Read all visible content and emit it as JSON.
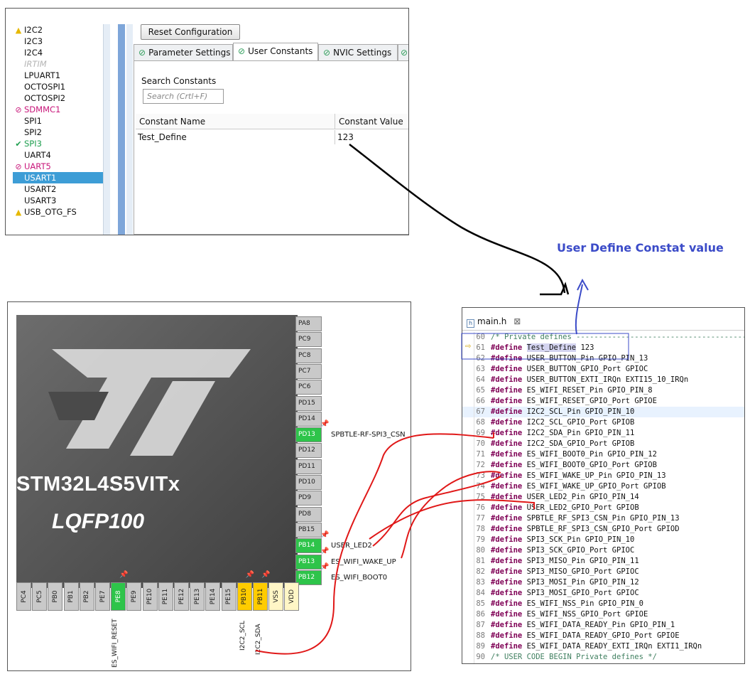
{
  "config_panel": {
    "peripherals": [
      {
        "label": "I2C2",
        "status": "warning"
      },
      {
        "label": "I2C3",
        "status": "none"
      },
      {
        "label": "I2C4",
        "status": "none"
      },
      {
        "label": "IRTIM",
        "status": "disabled"
      },
      {
        "label": "LPUART1",
        "status": "none"
      },
      {
        "label": "OCTOSPI1",
        "status": "none"
      },
      {
        "label": "OCTOSPI2",
        "status": "none"
      },
      {
        "label": "SDMMC1",
        "status": "error"
      },
      {
        "label": "SPI1",
        "status": "none"
      },
      {
        "label": "SPI2",
        "status": "none"
      },
      {
        "label": "SPI3",
        "status": "ok"
      },
      {
        "label": "UART4",
        "status": "none"
      },
      {
        "label": "UART5",
        "status": "error"
      },
      {
        "label": "USART1",
        "status": "selected"
      },
      {
        "label": "USART2",
        "status": "none"
      },
      {
        "label": "USART3",
        "status": "none"
      },
      {
        "label": "USB_OTG_FS",
        "status": "warning"
      }
    ],
    "reset_button": "Reset Configuration",
    "tabs": [
      "Parameter Settings",
      "User Constants",
      "NVIC Settings"
    ],
    "active_tab": "User Constants",
    "search_label": "Search Constants",
    "search_placeholder": "Search (Crtl+F)",
    "table": {
      "columns": [
        "Constant Name",
        "Constant Value"
      ],
      "rows": [
        {
          "name": "Test_Define",
          "value": "123"
        }
      ]
    }
  },
  "annotation": "User Define Constat value",
  "chip": {
    "name": "STM32L4S5VITx",
    "package": "LQFP100",
    "right_pins": [
      {
        "pin": "PA8",
        "active": false,
        "label": ""
      },
      {
        "pin": "PC9",
        "active": false,
        "label": ""
      },
      {
        "pin": "PC8",
        "active": false,
        "label": ""
      },
      {
        "pin": "PC7",
        "active": false,
        "label": ""
      },
      {
        "pin": "PC6",
        "active": false,
        "label": ""
      },
      {
        "pin": "PD15",
        "active": false,
        "label": ""
      },
      {
        "pin": "PD14",
        "active": false,
        "label": ""
      },
      {
        "pin": "PD13",
        "active": true,
        "label": "SPBTLE-RF-SPI3_CSN"
      },
      {
        "pin": "PD12",
        "active": false,
        "label": ""
      },
      {
        "pin": "PD11",
        "active": false,
        "label": ""
      },
      {
        "pin": "PD10",
        "active": false,
        "label": ""
      },
      {
        "pin": "PD9",
        "active": false,
        "label": ""
      },
      {
        "pin": "PD8",
        "active": false,
        "label": ""
      },
      {
        "pin": "PB15",
        "active": false,
        "label": ""
      },
      {
        "pin": "PB14",
        "active": true,
        "label": "USER_LED2"
      },
      {
        "pin": "PB13",
        "active": true,
        "label": "ES_WIFI_WAKE_UP"
      },
      {
        "pin": "PB12",
        "active": true,
        "label": "ES_WIFI_BOOT0"
      }
    ],
    "bottom_pins": [
      {
        "pin": "PC4",
        "type": "gray"
      },
      {
        "pin": "PC5",
        "type": "gray"
      },
      {
        "pin": "PB0",
        "type": "gray"
      },
      {
        "pin": "PB1",
        "type": "gray"
      },
      {
        "pin": "PB2",
        "type": "gray"
      },
      {
        "pin": "PE7",
        "type": "gray"
      },
      {
        "pin": "PE8",
        "type": "green"
      },
      {
        "pin": "PE9",
        "type": "gray"
      },
      {
        "pin": "PE10",
        "type": "gray"
      },
      {
        "pin": "PE11",
        "type": "gray"
      },
      {
        "pin": "PE12",
        "type": "gray"
      },
      {
        "pin": "PE13",
        "type": "gray"
      },
      {
        "pin": "PE14",
        "type": "gray"
      },
      {
        "pin": "PE15",
        "type": "gray"
      },
      {
        "pin": "PB10",
        "type": "yellow"
      },
      {
        "pin": "PB11",
        "type": "yellow"
      },
      {
        "pin": "VSS",
        "type": "lightyellow"
      },
      {
        "pin": "VDD",
        "type": "lightyellow"
      }
    ],
    "bottom_labels": [
      "ES_WIFI_RESET",
      "I2C2_SCL",
      "I2C2_SDA"
    ]
  },
  "editor": {
    "tab": "main.h",
    "first_line": 60,
    "lines": [
      {
        "t": "comment",
        "text": "/* Private defines -----------------------------------------------------------*/"
      },
      {
        "t": "define",
        "name": "Test_Define",
        "value": "123"
      },
      {
        "t": "define",
        "name": "USER_BUTTON_Pin",
        "value": "GPIO_PIN_13"
      },
      {
        "t": "define",
        "name": "USER_BUTTON_GPIO_Port",
        "value": "GPIOC"
      },
      {
        "t": "define",
        "name": "USER_BUTTON_EXTI_IRQn",
        "value": "EXTI15_10_IRQn"
      },
      {
        "t": "define",
        "name": "ES_WIFI_RESET_Pin",
        "value": "GPIO_PIN_8"
      },
      {
        "t": "define",
        "name": "ES_WIFI_RESET_GPIO_Port",
        "value": "GPIOE"
      },
      {
        "t": "define",
        "name": "I2C2_SCL_Pin",
        "value": "GPIO_PIN_10"
      },
      {
        "t": "define",
        "name": "I2C2_SCL_GPIO_Port",
        "value": "GPIOB"
      },
      {
        "t": "define",
        "name": "I2C2_SDA_Pin",
        "value": "GPIO_PIN_11"
      },
      {
        "t": "define",
        "name": "I2C2_SDA_GPIO_Port",
        "value": "GPIOB"
      },
      {
        "t": "define",
        "name": "ES_WIFI_BOOT0_Pin",
        "value": "GPIO_PIN_12"
      },
      {
        "t": "define",
        "name": "ES_WIFI_BOOT0_GPIO_Port",
        "value": "GPIOB"
      },
      {
        "t": "define",
        "name": "ES_WIFI_WAKE_UP_Pin",
        "value": "GPIO_PIN_13"
      },
      {
        "t": "define",
        "name": "ES_WIFI_WAKE_UP_GPIO_Port",
        "value": "GPIOB"
      },
      {
        "t": "define",
        "name": "USER_LED2_Pin",
        "value": "GPIO_PIN_14"
      },
      {
        "t": "define",
        "name": "USER_LED2_GPIO_Port",
        "value": "GPIOB"
      },
      {
        "t": "define",
        "name": "SPBTLE_RF_SPI3_CSN_Pin",
        "value": "GPIO_PIN_13"
      },
      {
        "t": "define",
        "name": "SPBTLE_RF_SPI3_CSN_GPIO_Port",
        "value": "GPIOD"
      },
      {
        "t": "define",
        "name": "SPI3_SCK_Pin",
        "value": "GPIO_PIN_10"
      },
      {
        "t": "define",
        "name": "SPI3_SCK_GPIO_Port",
        "value": "GPIOC"
      },
      {
        "t": "define",
        "name": "SPI3_MISO_Pin",
        "value": "GPIO_PIN_11"
      },
      {
        "t": "define",
        "name": "SPI3_MISO_GPIO_Port",
        "value": "GPIOC"
      },
      {
        "t": "define",
        "name": "SPI3_MOSI_Pin",
        "value": "GPIO_PIN_12"
      },
      {
        "t": "define",
        "name": "SPI3_MOSI_GPIO_Port",
        "value": "GPIOC"
      },
      {
        "t": "define",
        "name": "ES_WIFI_NSS_Pin",
        "value": "GPIO_PIN_0"
      },
      {
        "t": "define",
        "name": "ES_WIFI_NSS_GPIO_Port",
        "value": "GPIOE"
      },
      {
        "t": "define",
        "name": "ES_WIFI_DATA_READY_Pin",
        "value": "GPIO_PIN_1"
      },
      {
        "t": "define",
        "name": "ES_WIFI_DATA_READY_GPIO_Port",
        "value": "GPIOE"
      },
      {
        "t": "define",
        "name": "ES_WIFI_DATA_READY_EXTI_IRQn",
        "value": "EXTI1_IRQn"
      },
      {
        "t": "comment",
        "text": "/* USER CODE BEGIN Private defines */"
      }
    ],
    "define_keyword": "#define"
  },
  "colors": {
    "keyword": "#7f0055",
    "comment": "#3f7f5f",
    "selection": "#3d9dd6",
    "pin_active": "#2ec44a",
    "pin_power": "#ffcc00",
    "annotation_arrow_red": "#e01818",
    "annotation_text": "#3b4bc8"
  }
}
